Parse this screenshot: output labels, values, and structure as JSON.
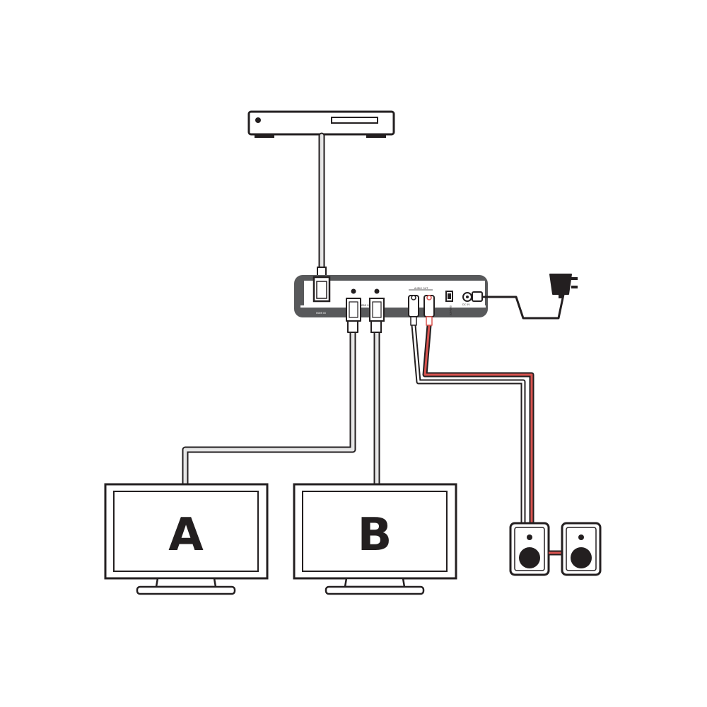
{
  "splitter": {
    "hdmi_in_label": "HDMI IN",
    "hdmi_out_label": "HDMI OUT",
    "audio_out_label": "AUDIO OUT",
    "service_label": "SERVICE",
    "dc_label": "DC 5V"
  },
  "displays": [
    {
      "label": "A"
    },
    {
      "label": "B"
    }
  ],
  "colors": {
    "outline": "#231f20",
    "panel": "#58595b",
    "audio_red": "#d9534f"
  }
}
